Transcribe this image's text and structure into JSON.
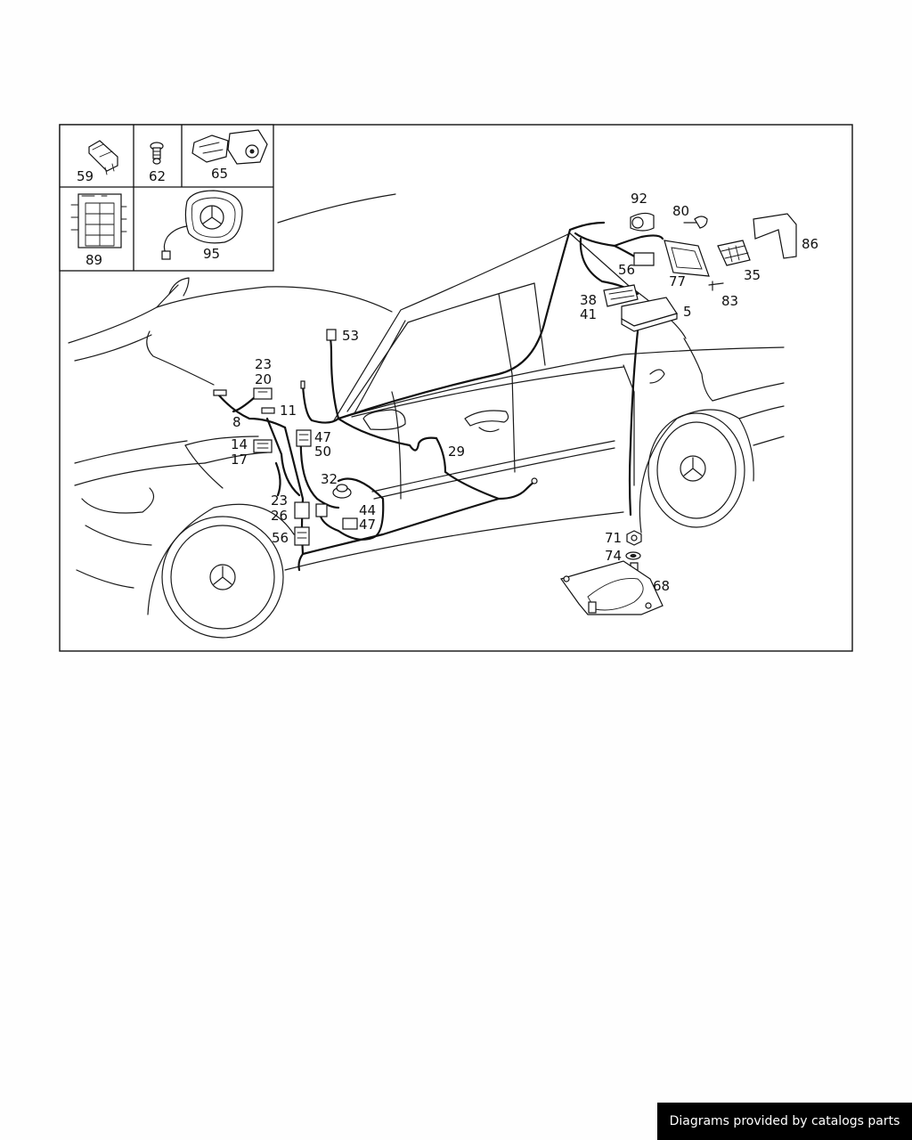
{
  "footer": {
    "credit": "Diagrams provided by catalogs parts"
  },
  "callouts": {
    "c59": "59",
    "c62": "62",
    "c65": "65",
    "c89": "89",
    "c95": "95",
    "c92": "92",
    "c80": "80",
    "c86": "86",
    "c56a": "56",
    "c77": "77",
    "c35": "35",
    "c38": "38",
    "c41": "41",
    "c83": "83",
    "c5": "5",
    "c53": "53",
    "c23a": "23",
    "c20": "20",
    "c11": "11",
    "c8": "8",
    "c14": "14",
    "c17": "17",
    "c47a": "47",
    "c50": "50",
    "c29": "29",
    "c32": "32",
    "c23b": "23",
    "c26": "26",
    "c44": "44",
    "c47b": "47",
    "c56b": "56",
    "c71": "71",
    "c74": "74",
    "c68": "68"
  }
}
